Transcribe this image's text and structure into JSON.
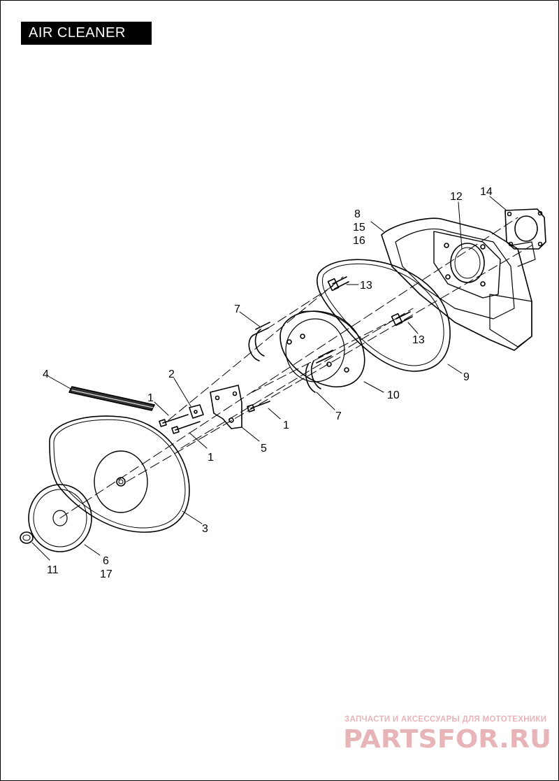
{
  "title": "AIR CLEANER",
  "callouts": [
    {
      "id": "c8",
      "text": "8"
    },
    {
      "id": "c15",
      "text": "15"
    },
    {
      "id": "c16",
      "text": "16"
    },
    {
      "id": "c12",
      "text": "12"
    },
    {
      "id": "c14",
      "text": "14"
    },
    {
      "id": "c13a",
      "text": "13"
    },
    {
      "id": "c13b",
      "text": "13"
    },
    {
      "id": "c7a",
      "text": "7"
    },
    {
      "id": "c7b",
      "text": "7"
    },
    {
      "id": "c9",
      "text": "9"
    },
    {
      "id": "c10",
      "text": "10"
    },
    {
      "id": "c4",
      "text": "4"
    },
    {
      "id": "c2",
      "text": "2"
    },
    {
      "id": "c1a",
      "text": "1"
    },
    {
      "id": "c1b",
      "text": "1"
    },
    {
      "id": "c1c",
      "text": "1"
    },
    {
      "id": "c5",
      "text": "5"
    },
    {
      "id": "c3",
      "text": "3"
    },
    {
      "id": "c6",
      "text": "6"
    },
    {
      "id": "c17",
      "text": "17"
    },
    {
      "id": "c11",
      "text": "11"
    }
  ],
  "watermark": {
    "tagline": "ЗАПЧАСТИ И АКСЕССУАРЫ ДЛЯ МОТОТЕХНИКИ",
    "logo_text": "PARTSFOR.RU",
    "color": "#e7b4b7"
  }
}
